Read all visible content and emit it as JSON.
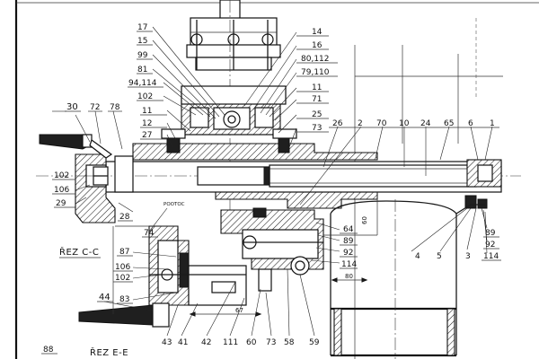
{
  "section_labels": {
    "section_cc": "ŘEZ C-C",
    "section_ee": "ŘEZ E-E"
  },
  "dimensions": {
    "d60": "60",
    "d80": "80",
    "d67": "67"
  },
  "inscription": "POOTOC",
  "callouts": {
    "c17": "17",
    "c15": "15",
    "c99": "99",
    "c81": "81",
    "c94_114": "94,114",
    "c102a": "102",
    "c11a": "11",
    "c12": "12",
    "c27": "27",
    "c14": "14",
    "c16": "16",
    "c80_112": "80,112",
    "c79_110": "79,110",
    "c11b": "11",
    "c71": "71",
    "c25": "25",
    "c73a": "73",
    "c26": "26",
    "c2": "2",
    "c70": "70",
    "c10": "10",
    "c24": "24",
    "c65": "65",
    "c6": "6",
    "c1": "1",
    "c30": "30",
    "c72": "72",
    "c78": "78",
    "c102b": "102",
    "c106a": "106",
    "c29": "29",
    "c28": "28",
    "c74": "74",
    "c64": "64",
    "c89a": "89",
    "c92a": "92",
    "c114a": "114",
    "c4": "4",
    "c5": "5",
    "c3": "3",
    "c89b": "89",
    "c92b": "92",
    "c114b": "114",
    "c87": "87",
    "c106b": "106",
    "c102c": "102",
    "c44": "44",
    "c83": "83",
    "c43": "43",
    "c41": "41",
    "c42": "42",
    "c111": "111",
    "c60": "60",
    "c73b": "73",
    "c58": "58",
    "c59": "59",
    "c88": "88"
  }
}
